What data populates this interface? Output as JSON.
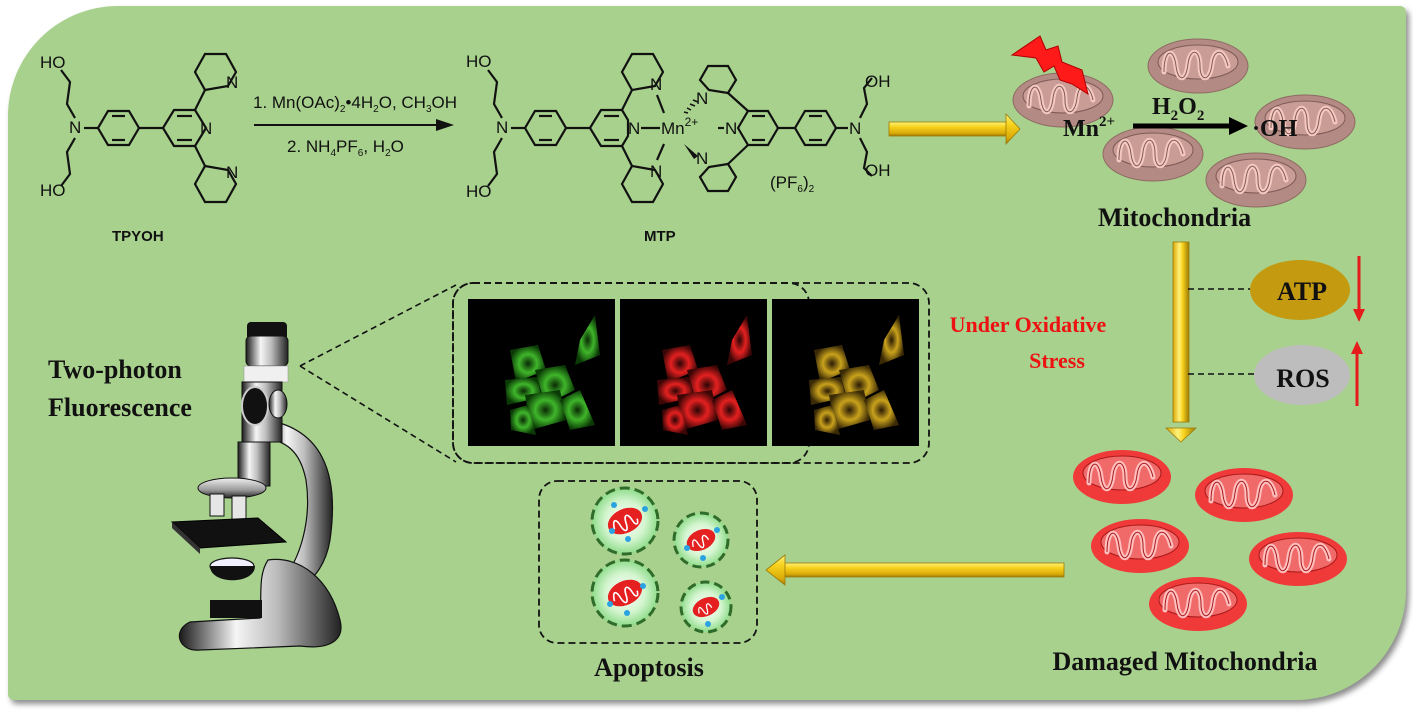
{
  "reactant": {
    "label": "TPYOH",
    "oh_top": "HO",
    "oh_bottom": "HO",
    "n_amine": "N",
    "n_ring": "N"
  },
  "reaction": {
    "step1_prefix": "1. Mn(OAc)",
    "step1_sub1": "2",
    "step1_mid": "•4H",
    "step1_sub2": "2",
    "step1_mid2": "O, CH",
    "step1_sub3": "3",
    "step1_suffix": "OH",
    "step2_prefix": "2. NH",
    "step2_sub1": "4",
    "step2_mid": "PF",
    "step2_sub2": "6",
    "step2_mid2": ", H",
    "step2_sub3": "2",
    "step2_suffix": "O"
  },
  "product": {
    "label": "MTP",
    "metal": "Mn",
    "charge": "2+",
    "counterion_prefix": "(PF",
    "counterion_sub1": "6",
    "counterion_suffix": ")",
    "counterion_sub2": "2",
    "oh_left_top": "HO",
    "oh_left_bottom": "HO",
    "oh_right_top": "OH",
    "oh_right_bottom": "OH",
    "n": "N"
  },
  "mito_reaction": {
    "mn": "Mn",
    "mn_charge": "2+",
    "reagent_h": "H",
    "reagent_sub1": "2",
    "reagent_o": "O",
    "reagent_sub2": "2",
    "product": "·OH",
    "label": "Mitochondria"
  },
  "stress": {
    "line1": "Under Oxidative",
    "line2": "Stress",
    "atp": "ATP",
    "ros": "ROS",
    "atp_trend": "down",
    "ros_trend": "up"
  },
  "damaged": {
    "label": "Damaged Mitochondria"
  },
  "apoptosis": {
    "label": "Apoptosis"
  },
  "imaging": {
    "line1": "Two-photon",
    "line2": "Fluorescence",
    "panels": [
      "green",
      "red",
      "merge"
    ]
  },
  "colors": {
    "background": "#a8d18d",
    "mito_healthy": "#b48a84",
    "mito_damaged": "#f03a3a",
    "arrow_gold": "#f5cc1c",
    "atp_fill": "#c39a10",
    "ros_fill": "#bdbdbd",
    "stress_text": "#ee1111",
    "trend_arrow": "#e61b1b"
  }
}
